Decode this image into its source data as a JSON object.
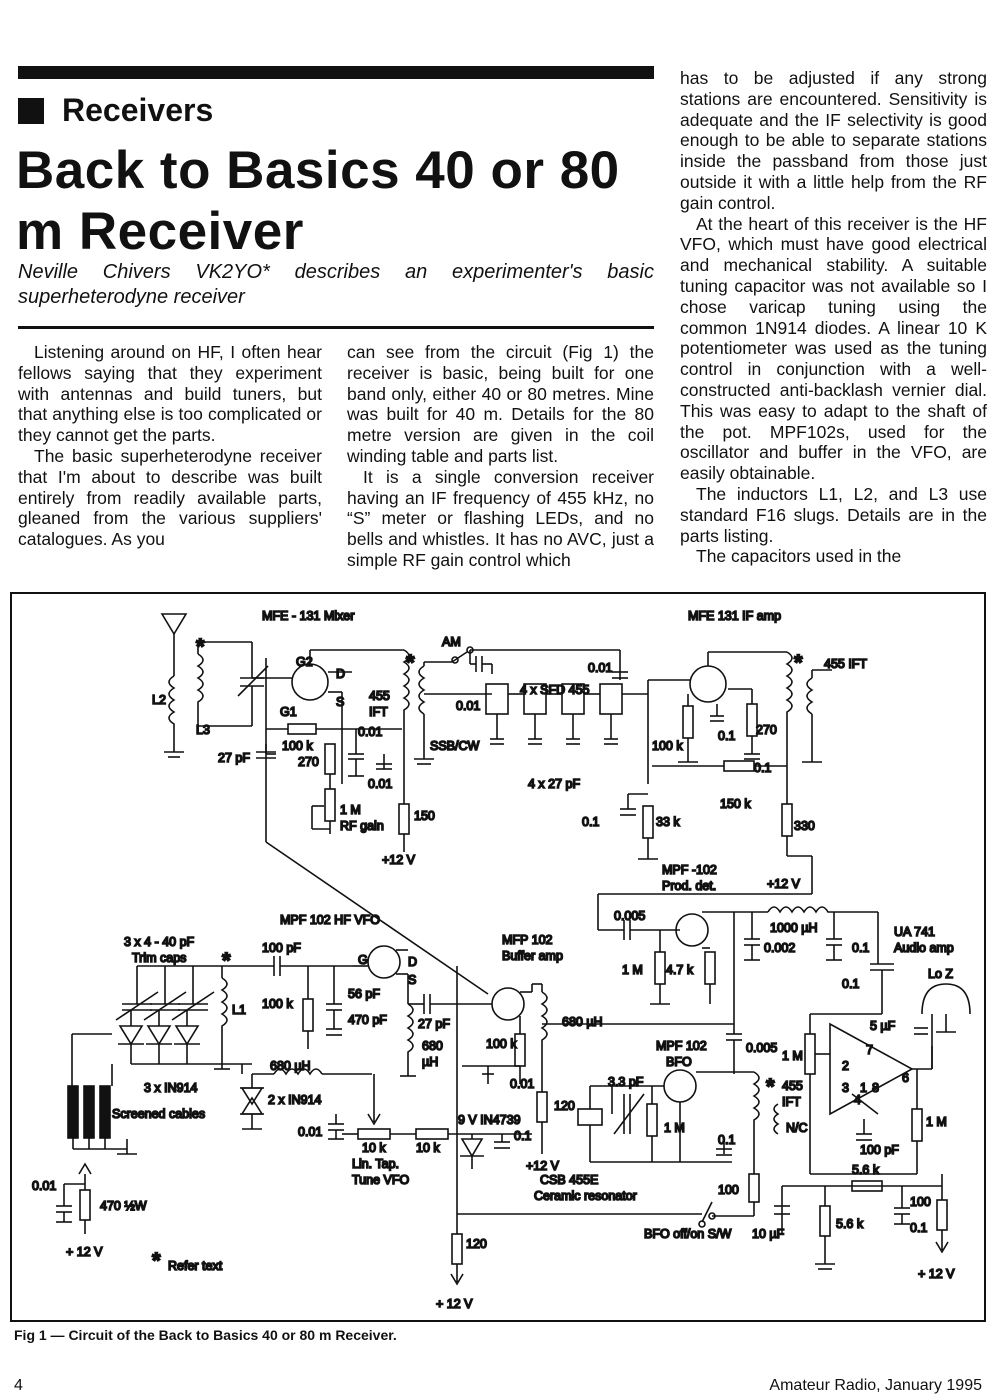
{
  "header": {
    "section": "Receivers",
    "title": "Back to Basics 40 or 80 m Receiver",
    "deck": "Neville Chivers VK2YO* describes an experimenter's basic superheterodyne receiver"
  },
  "body": {
    "col1": [
      "Listening around on HF, I often hear fellows saying that they experiment with antennas and build tuners, but that anything else is too complicated or they cannot get the parts.",
      "The basic superheterodyne receiver that I'm about to describe was built entirely from readily available parts, gleaned from the various suppliers' catalogues. As you"
    ],
    "col2": [
      "can see from the circuit (Fig 1) the receiver is basic, being built for one band only, either 40 or 80 metres. Mine was built for 40 m. Details for the 80 metre version are given in the coil winding table and parts list.",
      "It is a single conversion receiver having an IF frequency of 455 kHz, no “S” meter or flashing LEDs, and no bells and whistles. It has no AVC, just a simple RF gain control which"
    ],
    "col3": [
      "has to be adjusted if any strong stations are encountered. Sensitivity is adequate and the IF selectivity is good enough to be able to separate stations inside the passband from those just outside it with a little help from the RF gain control.",
      "At the heart of this receiver is the HF VFO, which must have good electrical and mechanical stability. A suitable tuning capacitor was not available so I chose varicap tuning using the common 1N914 diodes. A linear 10 K potentiometer was used as the tuning control in conjunction with a well-constructed anti-backlash vernier dial. This was easy to adapt to the shaft of the pot. MPF102s, used for the oscillator and buffer in the VFO, are easily obtainable.",
      "The inductors L1, L2, and L3 use standard F16 slugs. Details are in the parts listing.",
      "The capacitors used in the"
    ]
  },
  "figure": {
    "labels": {
      "mixer": "MFE - 131 Mixer",
      "if_amp": "MFE 131 IF amp",
      "if455": "455 IFT",
      "am": "AM",
      "c001a": "0.01",
      "sfd": "4 x SFD 455",
      "ift455": "455",
      "ift": "IFT",
      "c001b": "0.01",
      "ssbcw": "SSB/CW",
      "c001c": "0.01",
      "g2": "G2",
      "d1": "D",
      "s1": "S",
      "g1": "G1",
      "l2": "L2",
      "l3": "L3",
      "c27pf": "27 pF",
      "r100k": "100 k",
      "r270": "270",
      "c001d": "0.01",
      "x27": "4 x 27 pF",
      "r1m": "1 M",
      "rfgain": "RF gain",
      "r150": "150",
      "v12a": "+12 V",
      "r100k2": "100 k",
      "c01a": "0.1",
      "r270b": "270",
      "c01b": "0.1",
      "r150k": "150 k",
      "c01c": "0.1",
      "r33k": "33 k",
      "r330": "330",
      "mpf102p": "MPF -102",
      "proddet": "Prod. det.",
      "v12b": "+12 V",
      "vfo": "MPF 102 HF VFO",
      "trim": "3 x 4 - 40 pF",
      "trim2": "Trim caps",
      "c100pf": "100 pF",
      "g3": "G",
      "d3": "D",
      "s3": "S",
      "l1": "L1",
      "r100k3": "100 k",
      "c56": "56 pF",
      "c470": "470 pF",
      "c27b": "27 pF",
      "l680a": "680",
      "uh": "µH",
      "mfp": "MFP 102",
      "buffer": "Buffer amp",
      "l680b": "680 µH",
      "r100k4": "100 k",
      "c001e": "0.01",
      "in914a": "3 x IN914",
      "screened": "Screened cables",
      "l680c": "680 µH",
      "in914b": "2 x IN914",
      "c001f": "0.01",
      "r10ka": "10 k",
      "r10kb": "10 k",
      "lintap": "Lin. Tap.",
      "tunevfo": "Tune VFO",
      "zener": "9 V IN4739",
      "c01d": "0.1",
      "r120a": "120",
      "v12c": "+12 V",
      "c005a": "0.005",
      "l1000": "1000 µH",
      "c0002": "0.002",
      "c01e": "0.1",
      "ua741": "UA 741",
      "audioamp": "Audio amp",
      "r1m2": "1 M",
      "r47k": "4.7 k",
      "c01f": "0.1",
      "loz": "Lo Z",
      "c5uf": "5 µF",
      "mpfbfo": "MPF 102",
      "bfo": "BFO",
      "c005b": "0.005",
      "r1m3": "1 M",
      "p2": "2",
      "p7": "7",
      "p3": "3",
      "p1": "1",
      "p8": "8",
      "p4": "4",
      "p6": "6",
      "c33pf": "3.3 pF",
      "r1m4": "1 M",
      "ift455b": "455",
      "ift2": "IFT",
      "nc": "N/C",
      "c100pf2": "100 pF",
      "r1m5": "1 M",
      "c01g": "0.1",
      "csb": "CSB 455E",
      "ceramic": "Ceramic resonator",
      "r100": "100",
      "r56ka": "5.6 k",
      "r100b": "100",
      "r56kb": "5.6 k",
      "c01h": "0.1",
      "bfosw": "BFO off/on S/W",
      "c10uf": "10 µF",
      "v12d": "+ 12 V",
      "c001g": "0.01",
      "r470": "470 ½W",
      "v12e": "+ 12 V",
      "refer": "Refer text",
      "r120b": "120",
      "v12f": "+ 12 V",
      "star": "*"
    }
  },
  "caption": "Fig 1 — Circuit of the Back to Basics 40 or 80 m Receiver.",
  "footer": {
    "page": "4",
    "publication": "Amateur Radio, January 1995"
  }
}
